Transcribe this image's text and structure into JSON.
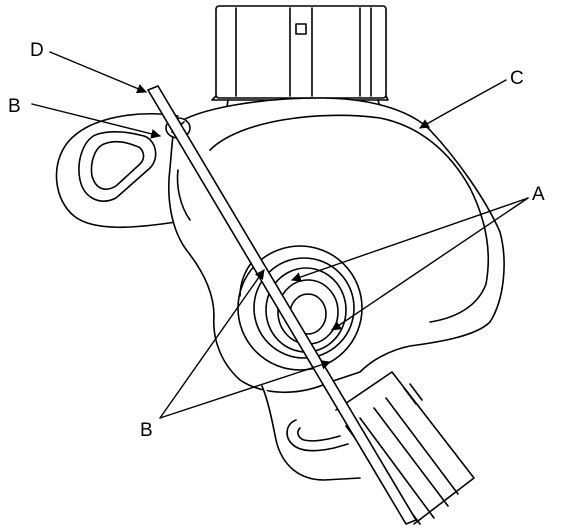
{
  "callouts": {
    "a": "A",
    "b_upper": "B",
    "b_lower": "B",
    "c": "C",
    "d": "D"
  }
}
